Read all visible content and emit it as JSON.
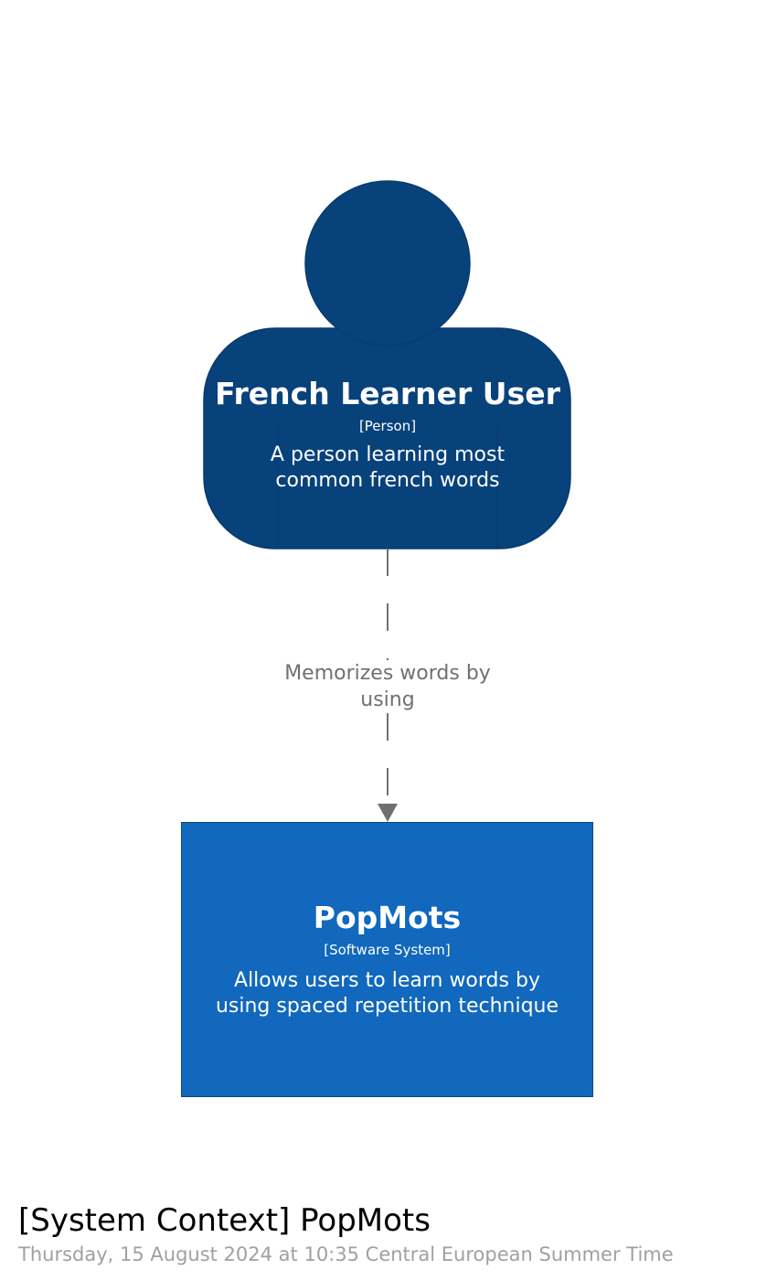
{
  "colors": {
    "person_fill": "#08427b",
    "person_stroke": "#073b6f",
    "system_fill": "#1168bd",
    "relationship_line": "#707070",
    "date_text": "#a0a0a0"
  },
  "person": {
    "name": "French Learner User",
    "type": "[Person]",
    "description": "A person learning most common french words"
  },
  "relationship": {
    "label": "Memorizes words by using"
  },
  "software_system": {
    "name": "PopMots",
    "type": "[Software System]",
    "description": "Allows users to learn words by using spaced repetition technique"
  },
  "footer": {
    "title": "[System Context] PopMots",
    "date": "Thursday, 15 August 2024 at 10:35 Central European Summer Time"
  }
}
